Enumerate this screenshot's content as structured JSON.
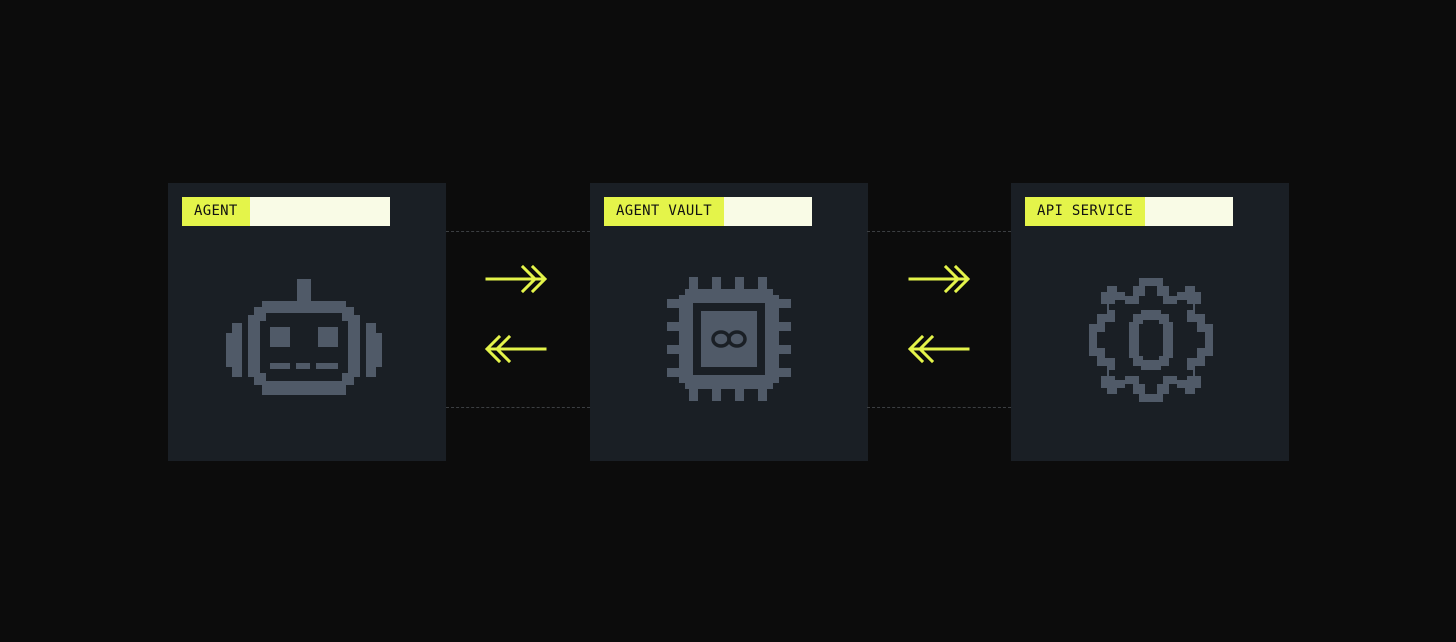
{
  "nodes": [
    {
      "label": "AGENT",
      "icon": "robot-icon"
    },
    {
      "label": "AGENT VAULT",
      "icon": "chip-icon"
    },
    {
      "label": "API SERVICE",
      "icon": "gear-icon"
    }
  ],
  "colors": {
    "background": "#0c0c0c",
    "card": "#1a1f25",
    "accent": "#e4f44a",
    "label_bar": "#f9fbe6",
    "icon": "#505a68",
    "arrow": "#e4f44a"
  },
  "connectors": [
    {
      "from": "AGENT",
      "to": "AGENT VAULT",
      "directions": [
        "forward",
        "back"
      ]
    },
    {
      "from": "AGENT VAULT",
      "to": "API SERVICE",
      "directions": [
        "forward",
        "back"
      ]
    }
  ]
}
